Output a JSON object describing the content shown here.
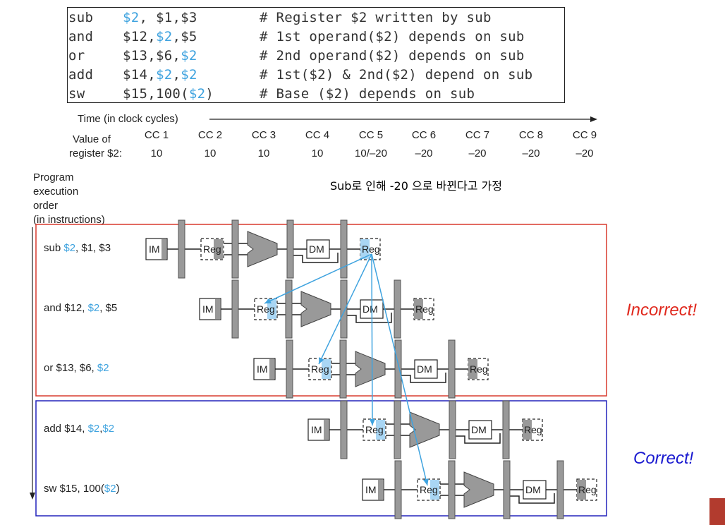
{
  "code": [
    {
      "op": "sub",
      "args": [
        {
          "t": "$2",
          "hl": true
        },
        {
          "t": ", $1,$3",
          "hl": false
        }
      ],
      "comment": "# Register $2 written by sub"
    },
    {
      "op": "and",
      "args": [
        {
          "t": "$12,",
          "hl": false
        },
        {
          "t": "$2",
          "hl": true
        },
        {
          "t": ",$5",
          "hl": false
        }
      ],
      "comment": "# 1st operand($2) depends on sub"
    },
    {
      "op": "or",
      "args": [
        {
          "t": "$13,$6,",
          "hl": false
        },
        {
          "t": "$2",
          "hl": true
        }
      ],
      "comment": "# 2nd operand($2) depends on sub"
    },
    {
      "op": "add",
      "args": [
        {
          "t": "$14,",
          "hl": false
        },
        {
          "t": "$2",
          "hl": true
        },
        {
          "t": ",",
          "hl": false
        },
        {
          "t": "$2",
          "hl": true
        }
      ],
      "comment": "# 1st($2) & 2nd($2) depend on sub"
    },
    {
      "op": "sw",
      "args": [
        {
          "t": "$15,100(",
          "hl": false
        },
        {
          "t": "$2",
          "hl": true
        },
        {
          "t": ")",
          "hl": false
        }
      ],
      "comment": "# Base ($2) depends on sub"
    }
  ],
  "time_label": "Time (in clock cycles)",
  "value_label_1": "Value of",
  "value_label_2": "register $2:",
  "cycles": [
    {
      "cc": "CC 1",
      "value": "10"
    },
    {
      "cc": "CC 2",
      "value": "10"
    },
    {
      "cc": "CC 3",
      "value": "10"
    },
    {
      "cc": "CC 4",
      "value": "10"
    },
    {
      "cc": "CC 5",
      "value": "10/–20"
    },
    {
      "cc": "CC 6",
      "value": "–20"
    },
    {
      "cc": "CC 7",
      "value": "–20"
    },
    {
      "cc": "CC 8",
      "value": "–20"
    },
    {
      "cc": "CC 9",
      "value": "–20"
    }
  ],
  "note": "Sub로 인해 -20 으로 바뀐다고 가정",
  "program_label": [
    "Program",
    "execution",
    "order",
    "(in instructions)"
  ],
  "instructions": [
    {
      "parts": [
        {
          "t": "sub ",
          "hl": false
        },
        {
          "t": "$2",
          "hl": true
        },
        {
          "t": ", $1, $3",
          "hl": false
        }
      ]
    },
    {
      "parts": [
        {
          "t": "and $12, ",
          "hl": false
        },
        {
          "t": "$2",
          "hl": true
        },
        {
          "t": ", $5",
          "hl": false
        }
      ]
    },
    {
      "parts": [
        {
          "t": "or $13, $6, ",
          "hl": false
        },
        {
          "t": "$2",
          "hl": true
        }
      ]
    },
    {
      "parts": [
        {
          "t": "add $14, ",
          "hl": false
        },
        {
          "t": "$2",
          "hl": true
        },
        {
          "t": ",",
          "hl": false
        },
        {
          "t": "$2",
          "hl": true
        }
      ]
    },
    {
      "parts": [
        {
          "t": "sw $15, 100(",
          "hl": false
        },
        {
          "t": "$2",
          "hl": true
        },
        {
          "t": ")",
          "hl": false
        }
      ]
    }
  ],
  "stages": {
    "im": "IM",
    "reg": "Reg",
    "dm": "DM"
  },
  "incorrect_label": "Incorrect!",
  "correct_label": "Correct!",
  "colors": {
    "highlight": "#3fa3df",
    "highlight_fill": "#a9d6f4",
    "incorrect": "#e0291e",
    "correct": "#1a1ad0",
    "box_incorrect": "#d93a2e",
    "box_correct": "#2222bb",
    "gray": "#999999"
  }
}
